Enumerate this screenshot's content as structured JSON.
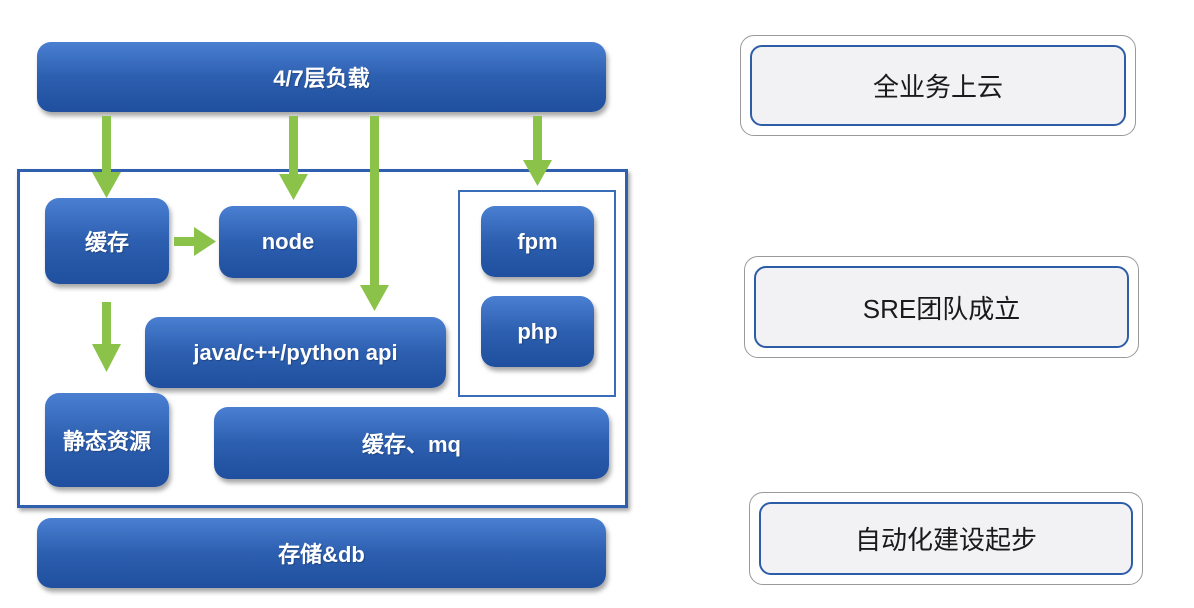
{
  "diagram": {
    "nodes": {
      "lb": "4/7层负载",
      "cache": "缓存",
      "node": "node",
      "fpm": "fpm",
      "php": "php",
      "api": "java/c++/python api",
      "static": "静态资源",
      "cache_mq": "缓存、mq",
      "storage": "存储&db"
    },
    "stages": [
      "全业务上云",
      "SRE团队成立",
      "自动化建设起步"
    ]
  },
  "colors": {
    "box_blue": "#2d5fb0",
    "arrow_green": "#8bc34a",
    "frame_blue": "#2f5fae"
  }
}
